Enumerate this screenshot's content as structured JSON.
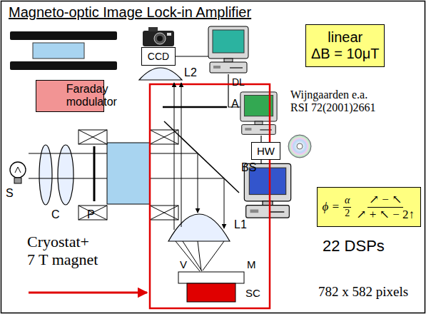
{
  "diagram": {
    "title": "Magneto-optic Image Lock-in Amplifier",
    "nodes": [
      {
        "text": [
          "Faraday modulator"
        ]
      },
      {
        "text": [
          "CCD"
        ]
      },
      {
        "text": [
          "linear",
          "ΔB = 10μT"
        ]
      },
      {
        "text": [
          "HW"
        ]
      },
      {
        "text": [
          "ϕ =",
          "α",
          "2",
          "↗ − ↖",
          "↗ + ↖ − 2↑"
        ]
      }
    ],
    "labels": [
      "L2",
      "A",
      "BS",
      "L1",
      "V",
      "M",
      "SC",
      "S",
      "C",
      "P",
      "DL",
      "Wijngaarden e.a. RSI 72(2001)2661",
      "Cryostat+ 7 T magnet",
      "22 DSPs",
      "782 x 582 pixels"
    ]
  }
}
